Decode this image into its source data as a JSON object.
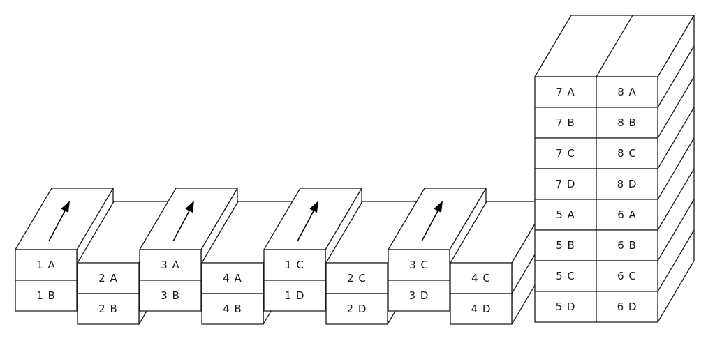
{
  "diagram": {
    "low_blocks": [
      {
        "top": "1 A",
        "bottom": "1 B",
        "arrow": true
      },
      {
        "top": "2 A",
        "bottom": "2 B",
        "arrow": false
      },
      {
        "top": "3 A",
        "bottom": "3 B",
        "arrow": true
      },
      {
        "top": "4 A",
        "bottom": "4 B",
        "arrow": false
      },
      {
        "top": "1 C",
        "bottom": "1 D",
        "arrow": true
      },
      {
        "top": "2 C",
        "bottom": "2 D",
        "arrow": false
      },
      {
        "top": "3 C",
        "bottom": "3 D",
        "arrow": true
      },
      {
        "top": "4 C",
        "bottom": "4 D",
        "arrow": false
      }
    ],
    "tall_stack": {
      "left_column": [
        "7 A",
        "7 B",
        "7 C",
        "7 D",
        "5 A",
        "5 B",
        "5 C",
        "5 D"
      ],
      "right_column": [
        "8 A",
        "8 B",
        "8 C",
        "8 D",
        "6 A",
        "6 B",
        "6 C",
        "6 D"
      ]
    }
  }
}
